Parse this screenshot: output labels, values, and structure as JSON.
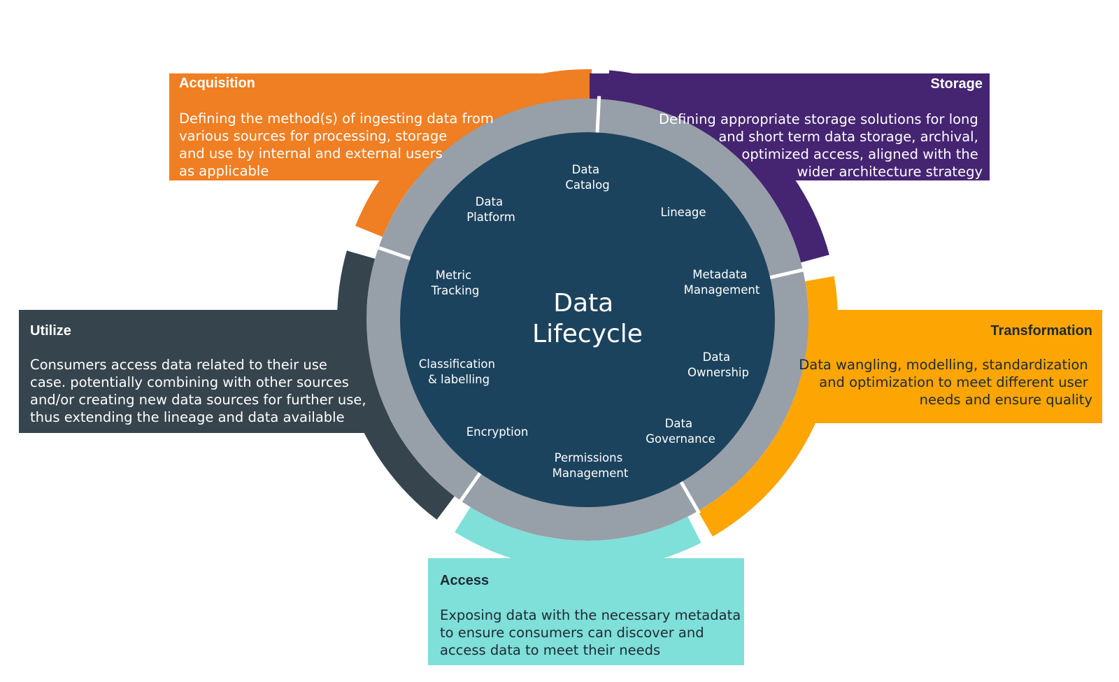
{
  "colors": {
    "acquisition": "#F07E22",
    "storage": "#452472",
    "transformation": "#FCA503",
    "access": "#7FDFD9",
    "utilize": "#36444D",
    "ring": "#979FA8",
    "core": "#1C435D",
    "white_text": "#FFFFFF",
    "dark_text": "#1E2A33"
  },
  "center": {
    "line1": "Data",
    "line2": "Lifecycle"
  },
  "inner_topics": [
    {
      "id": "data-catalog",
      "lines": [
        "Data",
        "Catalog"
      ]
    },
    {
      "id": "lineage",
      "lines": [
        "Lineage"
      ]
    },
    {
      "id": "metadata-management",
      "lines": [
        "Metadata",
        "Management"
      ]
    },
    {
      "id": "data-ownership",
      "lines": [
        "Data",
        "Ownership"
      ]
    },
    {
      "id": "data-governance",
      "lines": [
        "Data",
        "Governance"
      ]
    },
    {
      "id": "permissions-management",
      "lines": [
        "Permissions",
        "Management"
      ]
    },
    {
      "id": "encryption",
      "lines": [
        "Encryption"
      ]
    },
    {
      "id": "classification-labelling",
      "lines": [
        "Classification",
        "& labelling"
      ]
    },
    {
      "id": "metric-tracking",
      "lines": [
        "Metric",
        "Tracking"
      ]
    },
    {
      "id": "data-platform",
      "lines": [
        "Data",
        "Platform"
      ]
    }
  ],
  "stages": {
    "acquisition": {
      "title": "Acquisition",
      "lines": [
        "Defining the method(s) of ingesting data from",
        "various sources for processing, storage",
        "and use by internal and external users",
        "as applicable"
      ]
    },
    "storage": {
      "title": "Storage",
      "lines": [
        "Defining appropriate storage solutions for long",
        "and short term data storage, archival,",
        "optimized access, aligned with the",
        "wider architecture strategy"
      ]
    },
    "transformation": {
      "title": "Transformation",
      "lines": [
        "Data wangling, modelling, standardization",
        "and optimization to meet different user",
        "needs and ensure quality"
      ]
    },
    "access": {
      "title": "Access",
      "lines": [
        "Exposing data with the necessary metadata",
        "to ensure consumers can discover and",
        "access data to meet their needs"
      ]
    },
    "utilize": {
      "title": "Utilize",
      "lines": [
        "Consumers access data related to their use",
        "case. potentially combining with other sources",
        "and/or creating new data sources for further use,",
        "thus extending the lineage and data available"
      ]
    }
  }
}
